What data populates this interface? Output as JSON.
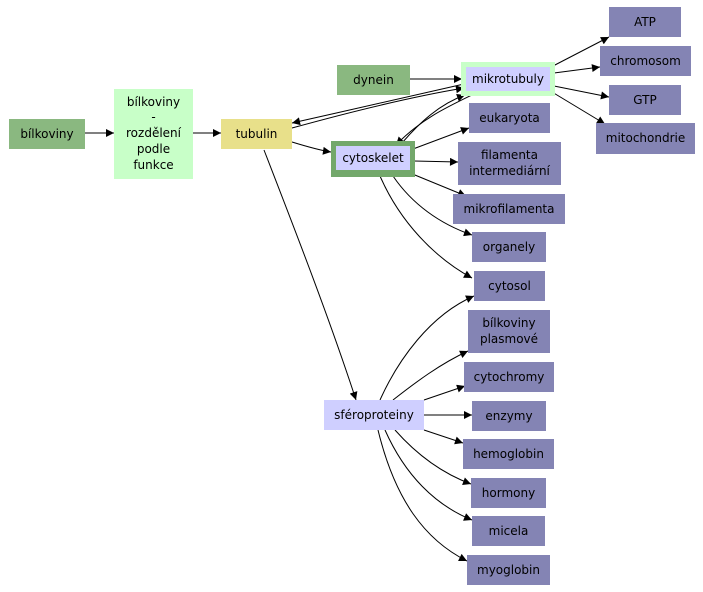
{
  "colors": {
    "dark_green": "#8ab880",
    "light_green": "#c8ffc8",
    "yellow": "#e8e08a",
    "purple": "#8484b4",
    "lavender": "#cfcfff",
    "border_green": "#73a86b",
    "glow_green": "#c8ffc8"
  },
  "nodes": {
    "bilkoviny_root": {
      "lines": [
        "bílkoviny"
      ]
    },
    "bilkoviny_funkce": {
      "lines": [
        "bílkoviny",
        "-",
        "rozdělení",
        "podle",
        "funkce"
      ]
    },
    "tubulin": {
      "lines": [
        "tubulin"
      ]
    },
    "dynein": {
      "lines": [
        "dynein"
      ]
    },
    "cytoskelet": {
      "lines": [
        "cytoskelet"
      ]
    },
    "mikrotubuly": {
      "lines": [
        "mikrotubuly"
      ]
    },
    "sferoproteiny": {
      "lines": [
        "sféroproteiny"
      ]
    },
    "atp": {
      "lines": [
        "ATP"
      ]
    },
    "chromosom": {
      "lines": [
        "chromosom"
      ]
    },
    "gtp": {
      "lines": [
        "GTP"
      ]
    },
    "mitochondrie": {
      "lines": [
        "mitochondrie"
      ]
    },
    "eukaryota": {
      "lines": [
        "eukaryota"
      ]
    },
    "filamenta": {
      "lines": [
        "filamenta",
        "intermediární"
      ]
    },
    "mikrofilamenta": {
      "lines": [
        "mikrofilamenta"
      ]
    },
    "organely": {
      "lines": [
        "organely"
      ]
    },
    "cytosol": {
      "lines": [
        "cytosol"
      ]
    },
    "bilkoviny_plasmove": {
      "lines": [
        "bílkoviny",
        "plasmové"
      ]
    },
    "cytochromy": {
      "lines": [
        "cytochromy"
      ]
    },
    "enzymy": {
      "lines": [
        "enzymy"
      ]
    },
    "hemoglobin": {
      "lines": [
        "hemoglobin"
      ]
    },
    "hormony": {
      "lines": [
        "hormony"
      ]
    },
    "micela": {
      "lines": [
        "micela"
      ]
    },
    "myoglobin": {
      "lines": [
        "myoglobin"
      ]
    }
  }
}
